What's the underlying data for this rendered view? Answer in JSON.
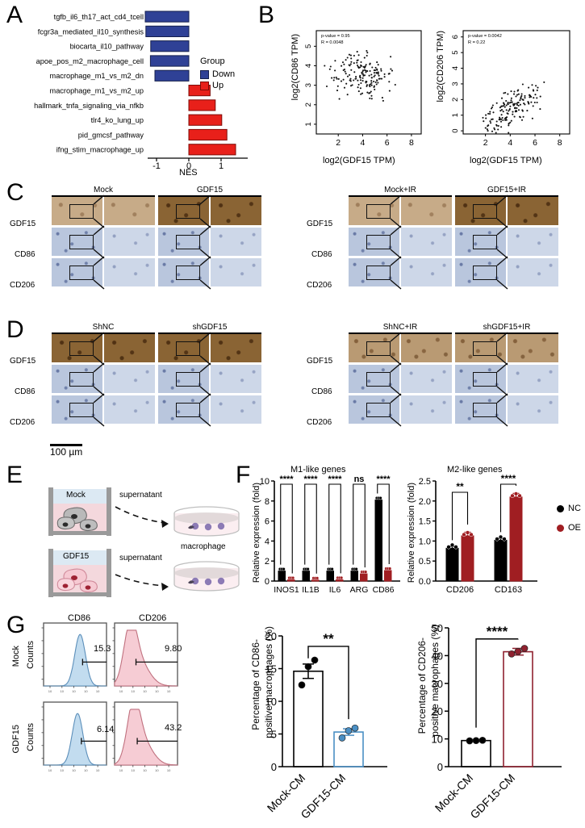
{
  "panels": {
    "A": "A",
    "B": "B",
    "C": "C",
    "D": "D",
    "E": "E",
    "F": "F",
    "G": "G"
  },
  "panelA": {
    "xlabel": "NES",
    "legend_title": "Group",
    "legend": [
      {
        "label": "Down",
        "color": "#2f4196"
      },
      {
        "label": "Up",
        "color": "#e8201a"
      }
    ],
    "ticks": [
      "-1",
      "0",
      "1"
    ],
    "chart_data": {
      "type": "bar",
      "title": "",
      "xlabel": "NES",
      "ylabel": "",
      "xlim": [
        -1.55,
        1.6
      ],
      "orientation": "horizontal",
      "grid": false,
      "legend_position": "right",
      "categories": [
        "tgfb_il6_th17_act_cd4_tcell",
        "fcgr3a_mediated_il10_synthesis",
        "biocarta_il10_pathway",
        "apoe_pos_m2_macrophage_cell",
        "macrophage_m1_vs_m2_dn",
        "macrophage_m1_vs_m2_up",
        "hallmark_tnfa_signaling_via_nfkb",
        "tlr4_ko_lung_up",
        "pid_gmcsf_pathway",
        "ifng_stim_macrophage_up"
      ],
      "values": [
        -1.35,
        -1.33,
        -1.18,
        -1.19,
        -1.05,
        0.66,
        0.82,
        1.02,
        1.18,
        1.45
      ],
      "groups": [
        "Down",
        "Down",
        "Down",
        "Down",
        "Down",
        "Up",
        "Up",
        "Up",
        "Up",
        "Up"
      ]
    }
  },
  "panelB": {
    "charts": [
      {
        "type": "scatter",
        "xlabel": "log2(GDF15 TPM)",
        "ylabel": "log2(CD86 TPM)",
        "annotations": [
          "p-value = 0.95",
          "R = 0.0048"
        ],
        "pvalue": "p-value = 0.95",
        "r": "R = 0.0048",
        "xticks": [
          "2",
          "4",
          "6",
          "8"
        ],
        "yticks": [
          "1",
          "2",
          "3",
          "4",
          "5"
        ],
        "xlim": [
          0.2,
          8.8
        ],
        "ylim": [
          0.5,
          5.8
        ],
        "n_points": 160
      },
      {
        "type": "scatter",
        "xlabel": "log2(GDF15 TPM)",
        "ylabel": "log2(CD206 TPM)",
        "annotations": [
          "p-value = 0.0042",
          "R = 0.22"
        ],
        "pvalue": "p-value = 0.0042",
        "r": "R = 0.22",
        "xticks": [
          "2",
          "4",
          "6",
          "8"
        ],
        "yticks": [
          "0",
          "1",
          "2",
          "3",
          "4",
          "5",
          "6"
        ],
        "xlim": [
          0.2,
          8.8
        ],
        "ylim": [
          -0.2,
          6.4
        ],
        "n_points": 160
      }
    ]
  },
  "panelC": {
    "row_labels": [
      "GDF15",
      "CD86",
      "CD206"
    ],
    "group_left": [
      "Mock",
      "GDF15"
    ],
    "group_right": [
      "Mock+IR",
      "GDF15+IR"
    ]
  },
  "panelD": {
    "row_labels": [
      "GDF15",
      "CD86",
      "CD206"
    ],
    "group_left": [
      "ShNC",
      "shGDF15"
    ],
    "group_right": [
      "ShNC+IR",
      "shGDF15+IR"
    ],
    "scalebar": "100 µm"
  },
  "panelE": {
    "dish_labels": [
      "Mock",
      "GDF15"
    ],
    "arrow_labels": [
      "supernatant",
      "supernatant"
    ],
    "target_label": "macrophage"
  },
  "panelF": {
    "legend": [
      {
        "label": "NC",
        "color": "#000000"
      },
      {
        "label": "OE",
        "color": "#a01e22"
      }
    ],
    "charts": [
      {
        "type": "bar",
        "title": "M1-like genes",
        "ylabel": "Relative expression (fold)",
        "xlabel": "",
        "ylim": [
          0,
          10
        ],
        "yticks": [
          "0",
          "2",
          "4",
          "6",
          "8",
          "10"
        ],
        "categories": [
          "INOS1",
          "IL1B",
          "IL6",
          "ARG",
          "CD86"
        ],
        "series": [
          {
            "name": "NC",
            "color": "#000000",
            "values": [
              1.0,
              1.0,
              1.0,
              1.0,
              8.1
            ]
          },
          {
            "name": "OE",
            "color": "#a01e22",
            "values": [
              0.12,
              0.1,
              0.13,
              0.72,
              1.05
            ]
          }
        ],
        "significance": [
          "****",
          "****",
          "****",
          "ns",
          "****"
        ]
      },
      {
        "type": "bar",
        "title": "M2-like genes",
        "ylabel": "Relative expression (fold)",
        "xlabel": "",
        "ylim": [
          0,
          2.5
        ],
        "yticks": [
          "0.0",
          "0.5",
          "1.0",
          "1.5",
          "2.0",
          "2.5"
        ],
        "categories": [
          "CD206",
          "CD163"
        ],
        "series": [
          {
            "name": "NC",
            "color": "#000000",
            "values": [
              0.82,
              1.02
            ]
          },
          {
            "name": "OE",
            "color": "#a01e22",
            "values": [
              1.13,
              2.1
            ]
          }
        ],
        "significance": [
          "**",
          "****"
        ]
      }
    ]
  },
  "panelG": {
    "flow": {
      "column_headers": [
        "CD86",
        "CD206"
      ],
      "row_headers": [
        "Mock",
        "GDF15"
      ],
      "yaxis_label": "Counts",
      "gates": [
        {
          "row": "Mock",
          "column": "CD86",
          "value": "15.3"
        },
        {
          "row": "Mock",
          "column": "CD206",
          "value": "9.80"
        },
        {
          "row": "GDF15",
          "column": "CD86",
          "value": "6.14"
        },
        {
          "row": "GDF15",
          "column": "CD206",
          "value": "43.2"
        }
      ]
    },
    "charts": [
      {
        "type": "bar",
        "title": "",
        "ylabel": "Percentage of CD86-positive macrophages  (%)",
        "ylabel_line1": "Percentage of CD86-",
        "ylabel_line2": "positive macrophages  (%)",
        "ylim": [
          0,
          20
        ],
        "yticks": [
          "0",
          "5",
          "10",
          "15",
          "20"
        ],
        "categories": [
          "Mock-CM",
          "GDF15-CM"
        ],
        "values": [
          14.6,
          5.3
        ],
        "errors": [
          1.1,
          0.5
        ],
        "points": [
          [
            12.5,
            15.3,
            16.3
          ],
          [
            4.4,
            5.5,
            5.9
          ]
        ],
        "colors": [
          "#000000",
          "#4a8fc4"
        ],
        "significance": "**"
      },
      {
        "type": "bar",
        "title": "",
        "ylabel": "Percentage of CD206-positive macrophages  (%)",
        "ylabel_line1": "Percentage of CD206-",
        "ylabel_line2": "positive macrophages  (%)",
        "ylim": [
          0,
          50
        ],
        "yticks": [
          "0",
          "10",
          "20",
          "30",
          "40",
          "50"
        ],
        "categories": [
          "Mock-CM",
          "GDF15-CM"
        ],
        "values": [
          9.4,
          41.4
        ],
        "errors": [
          0.3,
          1.2
        ],
        "points": [
          [
            9.3,
            9.4,
            9.5
          ],
          [
            40.6,
            41.5,
            42.6
          ]
        ],
        "colors": [
          "#000000",
          "#8f2230"
        ],
        "significance": "****"
      }
    ]
  }
}
